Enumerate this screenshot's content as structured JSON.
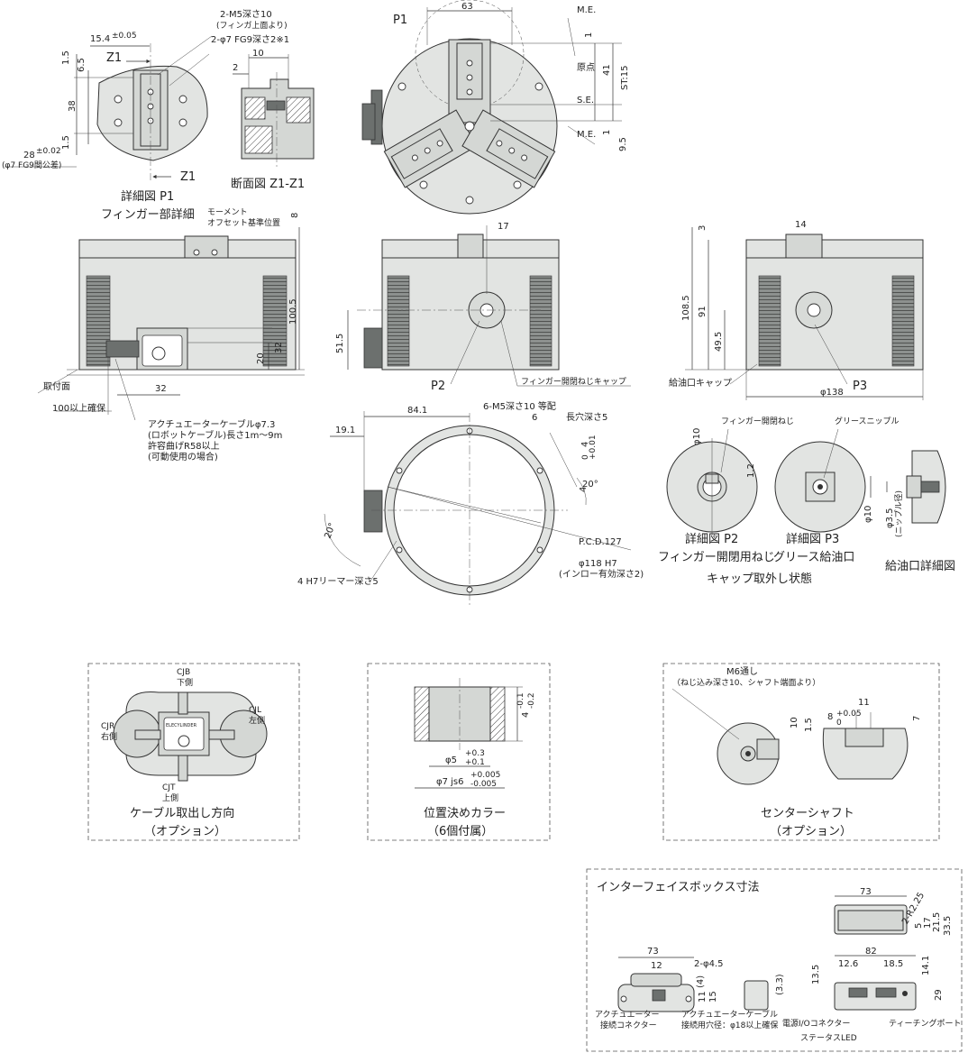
{
  "captions": {
    "p1_detail": "詳細図 P1",
    "p1_sub": "フィンガー部詳細",
    "section_z1": "断面図 Z1-Z1",
    "p2_detail": "詳細図 P2",
    "p2_sub": "フィンガー開閉用ねじ",
    "p3_detail": "詳細図 P3",
    "p3_sub": "グリース給油口",
    "cap_removed": "キャップ取外し状態",
    "oil_port_detail": "給油口詳細図",
    "cable_dir": "ケーブル取出し方向",
    "option1": "（オプション）",
    "collar": "位置決めカラー",
    "collar_qty": "（6個付属）",
    "center_shaft": "センターシャフト",
    "option2": "（オプション）",
    "interface_box": "インターフェイスボックス寸法"
  },
  "labels": {
    "z1": "Z1",
    "p1": "P1",
    "p2": "P2",
    "p3": "P3",
    "me": "M.E.",
    "se": "S.E.",
    "origin": "原点",
    "st": "ST:15",
    "m5_depth": "2-M5深さ10",
    "m5_note": "(フィンガ上面より)",
    "fg9": "2-φ7 FG9深さ2※1",
    "tol28": "28",
    "tol28_sup": "±0.02",
    "tol28_note": "(φ7 FG9間公差)",
    "moment1": "モーメント",
    "moment2": "オフセット基準位置",
    "mount_face": "取付面",
    "keep100": "100以上確保",
    "cable1": "アクチュエーターケーブルφ7.3",
    "cable2": "(ロボットケーブル)長さ1m〜9m",
    "cable3": "許容曲げR58以上",
    "cable4": "(可動使用の場合)",
    "finger_cap": "フィンガー開閉ねじキャップ",
    "oil_cap": "給油口キャップ",
    "m5_equal": "6-M5深さ10 等配",
    "slot": "長穴深さ5",
    "pcd": "P.C.D.127",
    "d118": "φ118 H7",
    "inlo": "(インロー有効深さ2)",
    "reamer": "4 H7リーマー深さ5",
    "finger_screw": "フィンガー開閉ねじ",
    "grease": "グリースニップル",
    "nipple": "(ニップル径)",
    "cjb": "CJB",
    "cjb2": "下側",
    "cjl": "CJL",
    "cjl2": "左側",
    "cjr": "CJR",
    "cjr2": "右側",
    "cjt": "CJT",
    "cjt2": "上側",
    "elec": "ELECYLINDER",
    "m6": "M6通し",
    "m6_note": "（ねじ込み深さ10、シャフト端面より）",
    "conn1": "アクチュエーター",
    "conn2": "接続コネクター",
    "cable_hole1": "アクチュエーターケーブル",
    "cable_hole2": "接続用穴径：φ18以上確保",
    "power_io": "電源I/Oコネクター",
    "status_led": "ステータスLED",
    "teach_port": "ティーチングポート"
  },
  "dims": {
    "d15_4": "15.4",
    "d15_4_tol": "±0.05",
    "d1_5a": "1.5",
    "d6_5": "6.5",
    "d38": "38",
    "d1_5b": "1.5",
    "d10": "10",
    "d2": "2",
    "d63": "63",
    "d1a": "1",
    "d41": "41",
    "d1b": "1",
    "d9_5": "9.5",
    "d8": "8",
    "d100_5": "100.5",
    "d32v": "32",
    "d20v": "20",
    "d32h": "32",
    "d17": "17",
    "d51_5": "51.5",
    "d3": "3",
    "d14": "14",
    "d108_5": "108.5",
    "d91": "91",
    "d49_5": "49.5",
    "d138": "φ138",
    "d84_1": "84.1",
    "d19_1": "19.1",
    "d6": "6",
    "d4tol": "4",
    "d4tol_sup": "+0.01",
    "d4tol_sub": "0",
    "d4v": "4",
    "a20a": "20°",
    "a20b": "20°",
    "phi10a": "φ10",
    "d1_2": "1.2",
    "phi10b": "φ10",
    "phi3_5": "φ3.5",
    "collar_h": "4",
    "collar_h_sup": "-0.1",
    "collar_h_sub": "-0.2",
    "phi5": "φ5",
    "phi5_sup": "+0.3",
    "phi5_sub": "+0.1",
    "phi7": "φ7 js6",
    "phi7_sup": "+0.005",
    "phi7_sub": "-0.005",
    "cs11": "11",
    "cs8": "8",
    "cs8_sup": "+0.05",
    "cs8_sub": "0",
    "cs10": "10",
    "cs1_5": "1.5",
    "cs7": "7",
    "ib73a": "73",
    "ib2r": "2-R2.25",
    "ib5": "5",
    "ib17": "17",
    "ib21_5": "21.5",
    "ib33_5": "33.5",
    "ib82": "82",
    "ib73b": "73",
    "ib12": "12",
    "ib2phi": "2-φ4.5",
    "ib4": "(4)",
    "ib11": "11",
    "ib15": "15",
    "ib3_3": "(3.3)",
    "ib13_5": "13.5",
    "ib12_6": "12.6",
    "ib18_5": "18.5",
    "ib14_1": "14.1",
    "ib29": "29"
  }
}
